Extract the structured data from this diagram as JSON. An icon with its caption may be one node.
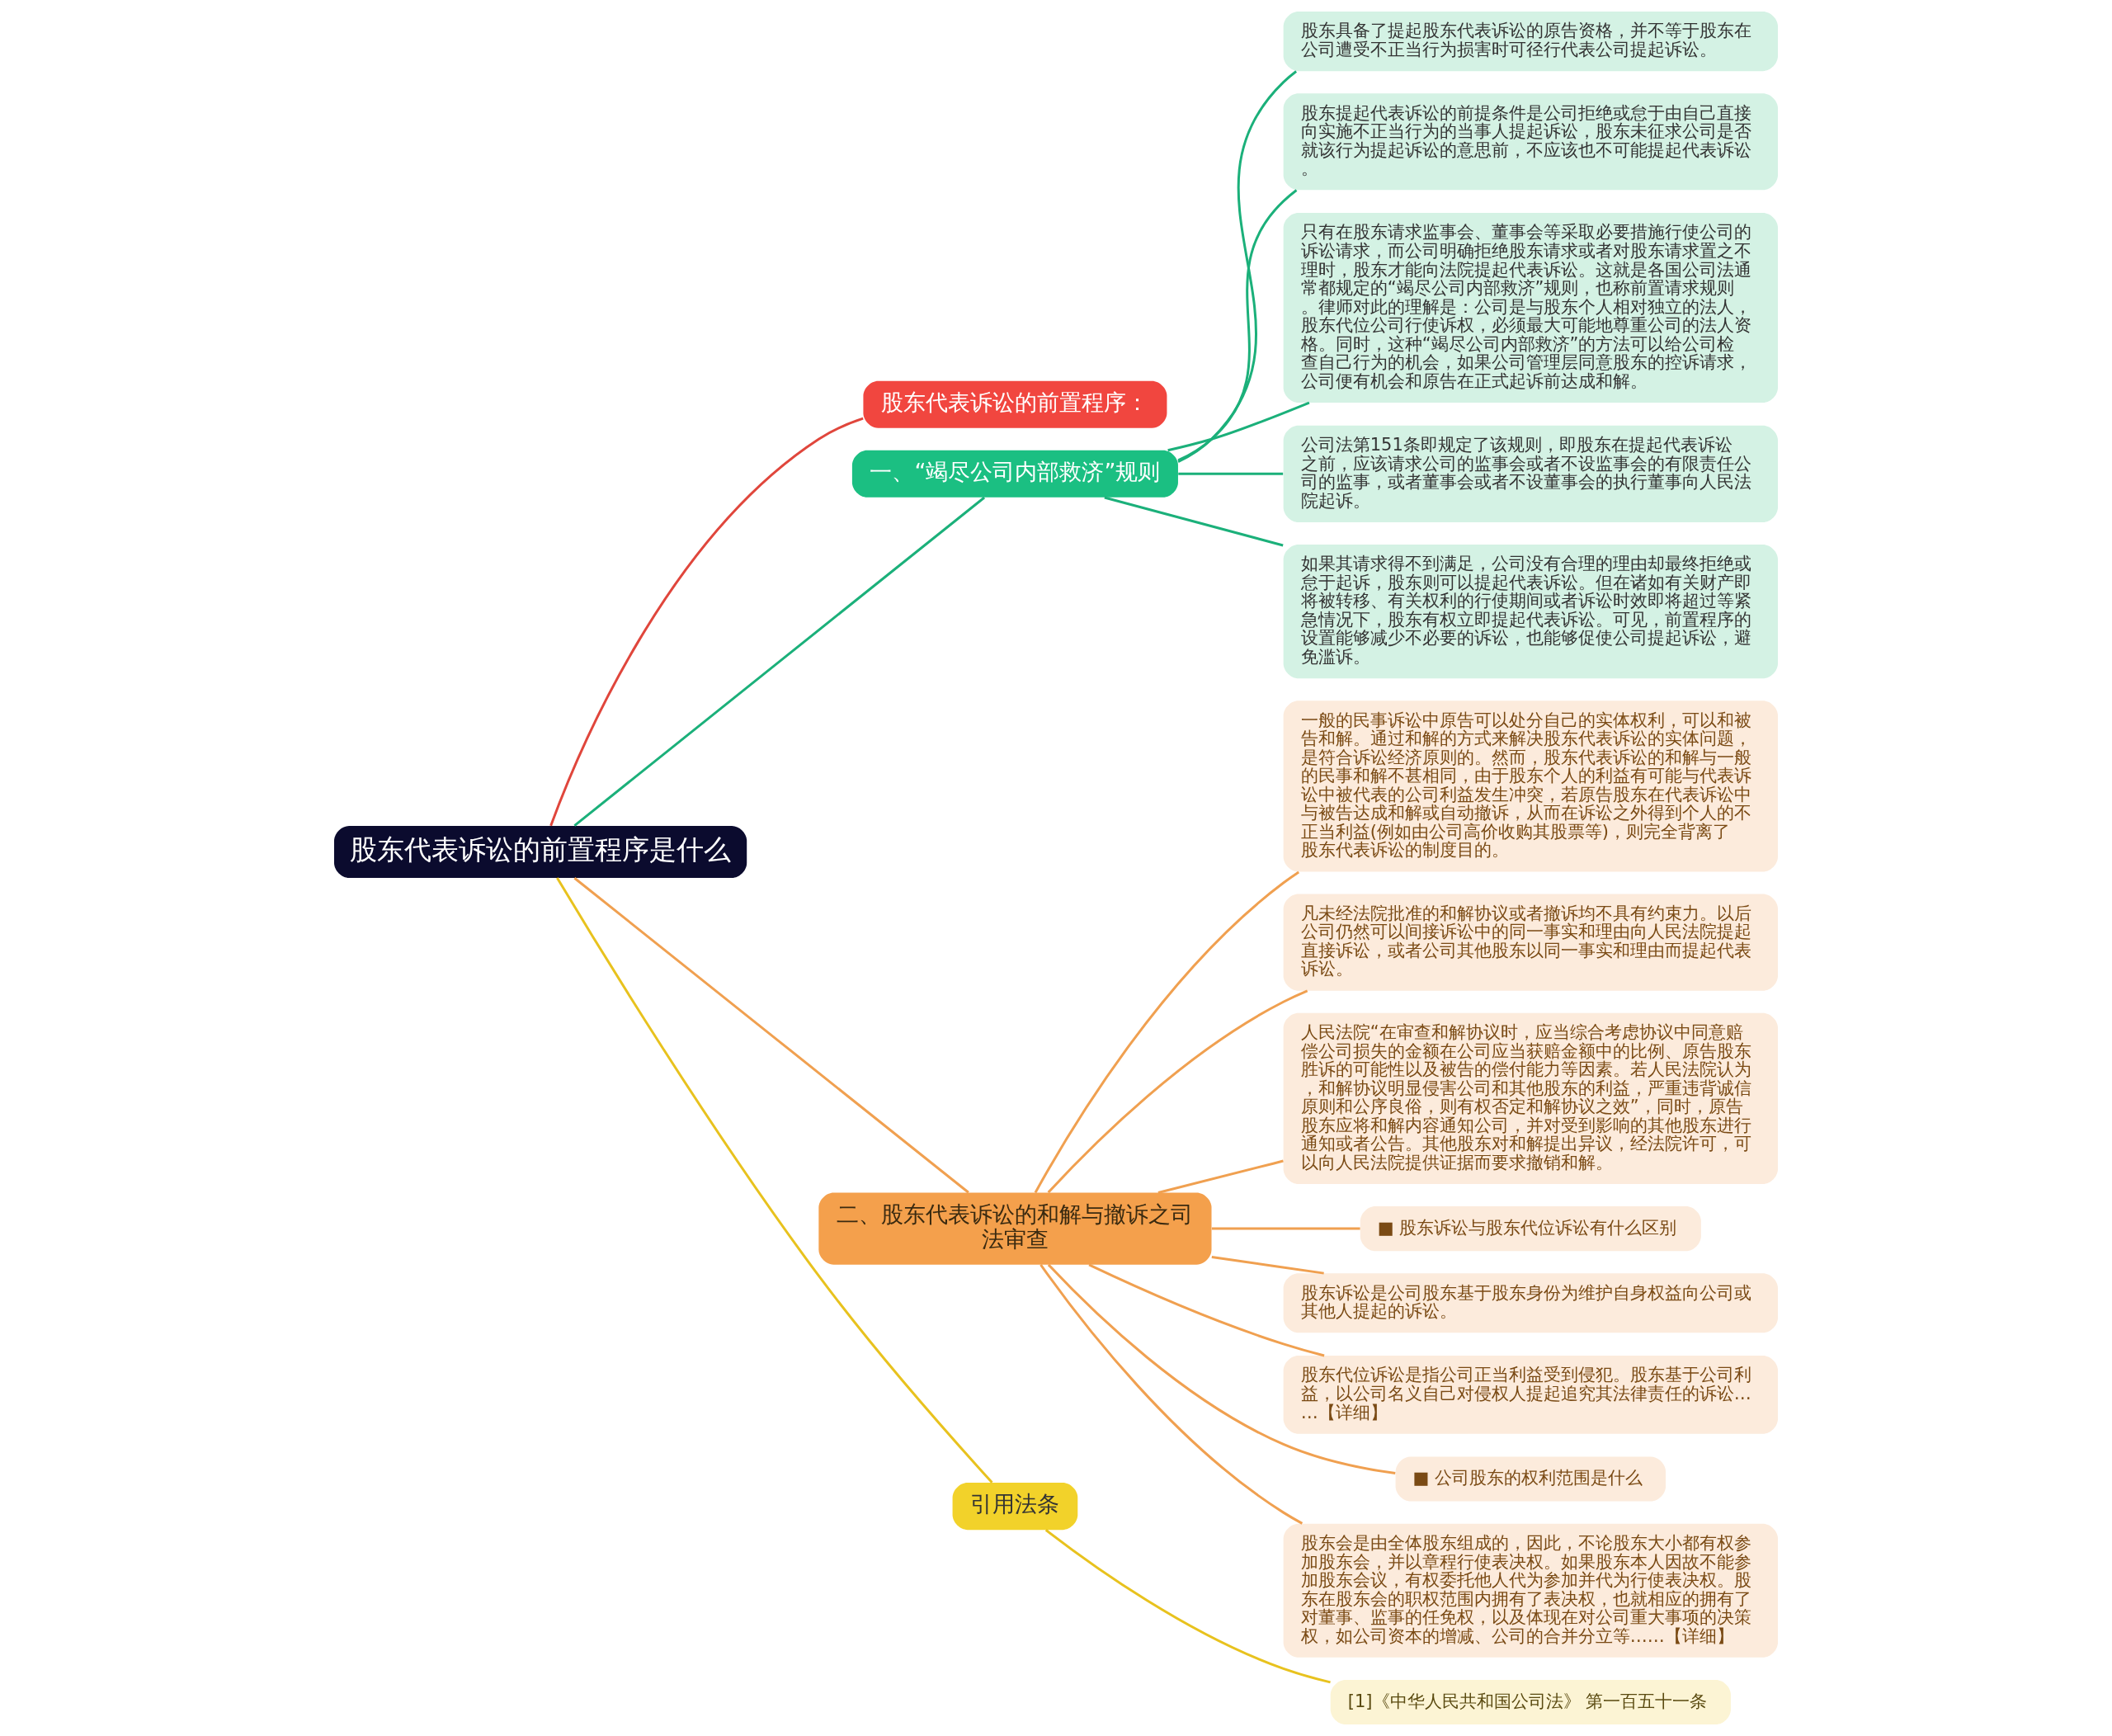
{
  "diagram": {
    "nodes": [
      {
        "text": [
          "股东代表诉讼的前置程序是什么"
        ]
      },
      {
        "text": [
          "股东代表诉讼的前置程序："
        ]
      },
      {
        "text": [
          "一、“竭尽公司内部救济”规则"
        ]
      },
      {
        "text": [
          "股东具备了提起股东代表诉讼的原告资格，并不等于股东在公司遭受不正当行为损害时可径行代表公司提起诉讼。"
        ]
      },
      {
        "text": [
          "股东提起代表诉讼的前提条件是公司拒绝或怠于由自己直接向实施不正当行为的当事人提起诉讼，股东未征求公司是否就该行为提起诉讼的意思前，不应该也不可能提起代表诉讼。"
        ]
      },
      {
        "text": [
          "只有在股东请求监事会、董事会等采取必要措施行使公司的诉讼请求，而公司明确拒绝股东请求或者对股东请求置之不理时，股东才能向法院提起代表诉讼。这就是各国公司法通常都规定的“竭尽公司内部救济”规则，也称前置请求规则。律师对此的理解是：公司是与股东个人相对独立的法人，股东代位公司行使诉权，必须最大可能地尊重公司的法人资格。同时，这种“竭尽公司内部救济”的方法可以给公司检查自己行为的机会，如果公司管理层同意股东的控诉请求，公司便有机会和原告在正式起诉前达成和解。"
        ]
      },
      {
        "text": [
          "公司法第151条即规定了该规则，即股东在提起代表诉讼之前，应该请求公司的监事会或者不设监事会的有限责任公司的监事，或者董事会或者不设董事会的执行董事向人民法院起诉。"
        ]
      },
      {
        "text": [
          "如果其请求得不到满足，公司没有合理的理由却最终拒绝或怠于起诉，股东则可以提起代表诉讼。但在诸如有关财产即将被转移、有关权利的行使期间或者诉讼时效即将超过等紧急情况下，股东有权立即提起代表诉讼。可见，前置程序的设置能够减少不必要的诉讼，也能够促使公司提起诉讼，避免滥诉。"
        ]
      },
      {
        "text": [
          "二、股东代表诉讼的和解与撤诉之司法审查"
        ]
      },
      {
        "text": [
          "一般的民事诉讼中原告可以处分自己的实体权利，可以和被告和解。通过和解的方式来解决股东代表诉讼的实体问题，是符合诉讼经济原则的。然而，股东代表诉讼的和解与一般的民事和解不甚相同，由于股东个人的利益有可能与代表诉讼中被代表的公司利益发生冲突，若原告股东在代表诉讼中与被告达成和解或自动撤诉，从而在诉讼之外得到个人的不正当利益(例如由公司高价收购其股票等)，则完全背离了股东代表诉讼的制度目的。"
        ]
      },
      {
        "text": [
          "凡未经法院批准的和解协议或者撤诉均不具有约束力。以后公司仍然可以间接诉讼中的同一事实和理由向人民法院提起直接诉讼，或者公司其他股东以同一事实和理由而提起代表诉讼。"
        ]
      },
      {
        "text": [
          "人民法院“在审查和解协议时，应当综合考虑协议中同意赔偿公司损失的金额在公司应当获赔金额中的比例、原告股东胜诉的可能性以及被告的偿付能力等因素。若人民法院认为，和解协议明显侵害公司和其他股东的利益，严重违背诚信原则和公序良俗，则有权否定和解协议之效”，同时，原告股东应将和解内容通知公司，并对受到影响的其他股东进行通知或者公告。其他股东对和解提出异议，经法院许可，可以向人民法院提供证据而要求撤销和解。"
        ]
      },
      {
        "text": [
          "■ 股东诉讼与股东代位诉讼有什么区别"
        ]
      },
      {
        "text": [
          "股东诉讼是公司股东基于股东身份为维护自身权益向公司或其他人提起的诉讼。"
        ]
      },
      {
        "text": [
          "股东代位诉讼是指公司正当利益受到侵犯。股东基于公司利益，以公司名义自己对侵权人提起追究其法律责任的诉讼……【详细】"
        ]
      },
      {
        "text": [
          "■ 公司股东的权利范围是什么"
        ]
      },
      {
        "text": [
          "股东会是由全体股东组成的，因此，不论股东大小都有权参加股东会，并以章程行使表决权。如果股东本人因故不能参加股东会议，有权委托他人代为参加并代为行使表决权。股东在股东会的职权范围内拥有了表决权，也就相应的拥有了对董事、监事的任免权，以及体现在对公司重大事项的决策权，如公司资本的增减、公司的合并分立等……【详细】"
        ]
      },
      {
        "text": [
          "引用法条"
        ]
      },
      {
        "text": [
          "[1]《中华人民共和国公司法》 第一百五十一条"
        ]
      }
    ],
    "edges": [
      {
        "from": 0,
        "to": 1,
        "arrow": "none",
        "color": "#e0463c"
      },
      {
        "from": 0,
        "to": 2,
        "arrow": "none",
        "color": "#1bb07a"
      },
      {
        "from": 2,
        "to": 3,
        "arrow": "none",
        "color": "#1bb07a"
      },
      {
        "from": 2,
        "to": 4,
        "arrow": "none",
        "color": "#1bb07a"
      },
      {
        "from": 2,
        "to": 5,
        "arrow": "none",
        "color": "#1bb07a"
      },
      {
        "from": 2,
        "to": 6,
        "arrow": "none",
        "color": "#1bb07a"
      },
      {
        "from": 2,
        "to": 7,
        "arrow": "none",
        "color": "#1bb07a"
      },
      {
        "from": 0,
        "to": 8,
        "arrow": "none"
      },
      {
        "from": 8,
        "to": 9,
        "arrow": "none"
      },
      {
        "from": 8,
        "to": 10,
        "arrow": "none"
      },
      {
        "from": 8,
        "to": 11,
        "arrow": "none"
      },
      {
        "from": 8,
        "to": 12,
        "arrow": "none"
      },
      {
        "from": 8,
        "to": 13,
        "arrow": "none"
      },
      {
        "from": 8,
        "to": 14,
        "arrow": "none"
      },
      {
        "from": 8,
        "to": 15,
        "arrow": "none"
      },
      {
        "from": 8,
        "to": 16,
        "arrow": "none"
      },
      {
        "from": 0,
        "to": 17,
        "arrow": "none",
        "color": "#e8c21e"
      },
      {
        "from": 17,
        "to": 18,
        "arrow": "none",
        "color": "#e8c21e"
      }
    ]
  }
}
